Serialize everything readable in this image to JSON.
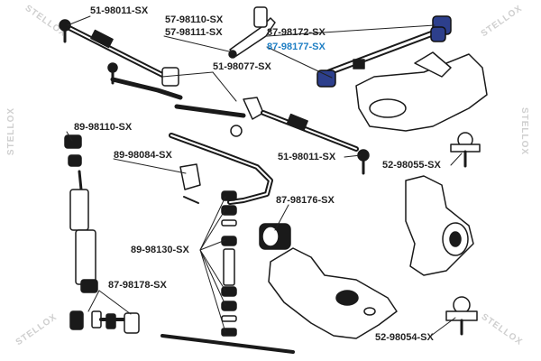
{
  "colors": {
    "label": "#222222",
    "highlight": "#1f7fc4",
    "part": "#1a1a1a",
    "leader": "#222222",
    "watermark": "#cfcfcf"
  },
  "labels": [
    {
      "id": "tierod-top",
      "text": "51-98011-SX"
    },
    {
      "id": "link-a",
      "text": "57-98110-SX"
    },
    {
      "id": "link-b",
      "text": "57-98111-SX"
    },
    {
      "id": "bush-a",
      "text": "87-98172-SX"
    },
    {
      "id": "bush-b",
      "text": "87-98177-SX",
      "highlight": true
    },
    {
      "id": "tierod-mid",
      "text": "51-98077-SX"
    },
    {
      "id": "stab-link",
      "text": "89-98110-SX"
    },
    {
      "id": "stab-bush",
      "text": "89-98084-SX"
    },
    {
      "id": "tierod-end",
      "text": "51-98011-SX"
    },
    {
      "id": "balljoint-top",
      "text": "52-98055-SX"
    },
    {
      "id": "arm-bush",
      "text": "87-98176-SX"
    },
    {
      "id": "link-kit",
      "text": "89-98130-SX"
    },
    {
      "id": "strut-bush",
      "text": "87-98178-SX"
    },
    {
      "id": "balljoint-bottom",
      "text": "52-98054-SX"
    }
  ],
  "watermark": "STELLOX"
}
